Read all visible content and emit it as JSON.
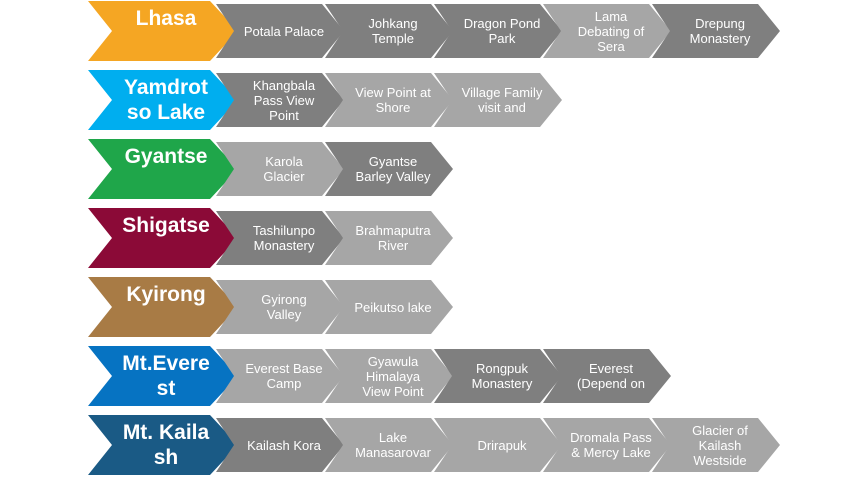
{
  "rows": [
    {
      "destination": "Lhasa",
      "color": "#f5a623",
      "steps": [
        "Potala Palace",
        "Johkang Temple",
        "Dragon Pond Park",
        "Lama Debating of Sera",
        "Drepung Monastery"
      ]
    },
    {
      "destination": "Yamdrotso Lake",
      "color": "#00aeef",
      "steps": [
        "Khangbala Pass View Point",
        "View Point at Shore",
        "Village Family visit and"
      ]
    },
    {
      "destination": "Gyantse",
      "color": "#1fa64a",
      "steps": [
        "Karola Glacier",
        "Gyantse Barley Valley"
      ]
    },
    {
      "destination": "Shigatse",
      "color": "#8b0a37",
      "steps": [
        "Tashilunpo Monastery",
        "Brahmaputra River"
      ]
    },
    {
      "destination": "Kyirong",
      "color": "#a87b45",
      "steps": [
        "Gyirong Valley",
        "Peikutso lake"
      ]
    },
    {
      "destination": "Mt.Everest",
      "color": "#0673c2",
      "steps": [
        "Everest Base Camp",
        "Gyawula Himalaya View Point",
        "Rongpuk Monastery",
        "Everest (Depend on"
      ]
    },
    {
      "destination": "Mt. Kailash",
      "color": "#1a5a85",
      "steps": [
        "Kailash Kora",
        "Lake Manasarovar",
        "Drirapuk",
        "Dromala Pass & Mercy Lake",
        "Glacier of Kailash Westside"
      ]
    }
  ]
}
